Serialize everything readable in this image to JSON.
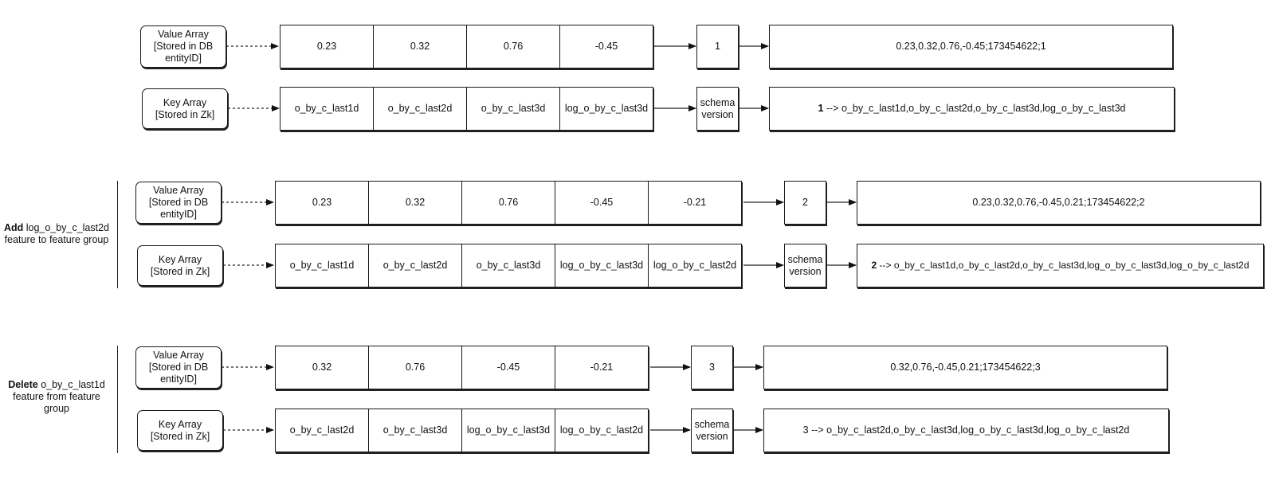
{
  "group1": {
    "value_label": "Value Array\n[Stored in DB\nentityID]",
    "key_label": "Key Array\n[Stored in Zk]",
    "values": [
      "0.23",
      "0.32",
      "0.76",
      "-0.45"
    ],
    "keys": [
      "o_by_c_last1d",
      "o_by_c_last2d",
      "o_by_c_last3d",
      "log_o_by_c_last3d"
    ],
    "version": "1",
    "schema_label": "schema\nversion",
    "value_result": "0.23,0.32,0.76,-0.45;173454622;1",
    "key_result_num": "1",
    "key_result_rest": " --> o_by_c_last1d,o_by_c_last2d,o_by_c_last3d,log_o_by_c_last3d"
  },
  "group2": {
    "side_bold": "Add",
    "side_rest": " log_o_by_c_last2d feature to feature group",
    "value_label": "Value Array\n[Stored in DB\nentityID]",
    "key_label": "Key Array\n[Stored in Zk]",
    "values": [
      "0.23",
      "0.32",
      "0.76",
      "-0.45",
      "-0.21"
    ],
    "keys": [
      "o_by_c_last1d",
      "o_by_c_last2d",
      "o_by_c_last3d",
      "log_o_by_c_last3d",
      "log_o_by_c_last2d"
    ],
    "version": "2",
    "schema_label": "schema\nversion",
    "value_result": "0.23,0.32,0.76,-0.45,0.21;173454622;2",
    "key_result_num": "2",
    "key_result_rest": " --> o_by_c_last1d,o_by_c_last2d,o_by_c_last3d,log_o_by_c_last3d,log_o_by_c_last2d"
  },
  "group3": {
    "side_bold": "Delete",
    "side_rest": " o_by_c_last1d feature from feature group",
    "value_label": "Value Array\n[Stored in DB\nentityID]",
    "key_label": "Key Array\n[Stored in Zk]",
    "values": [
      "0.32",
      "0.76",
      "-0.45",
      "-0.21"
    ],
    "keys": [
      "o_by_c_last2d",
      "o_by_c_last3d",
      "log_o_by_c_last3d",
      "log_o_by_c_last2d"
    ],
    "version": "3",
    "schema_label": "schema\nversion",
    "value_result": "0.32,0.76,-0.45,0.21;173454622;3",
    "key_result": "3 --> o_by_c_last2d,o_by_c_last3d,log_o_by_c_last3d,log_o_by_c_last2d"
  }
}
